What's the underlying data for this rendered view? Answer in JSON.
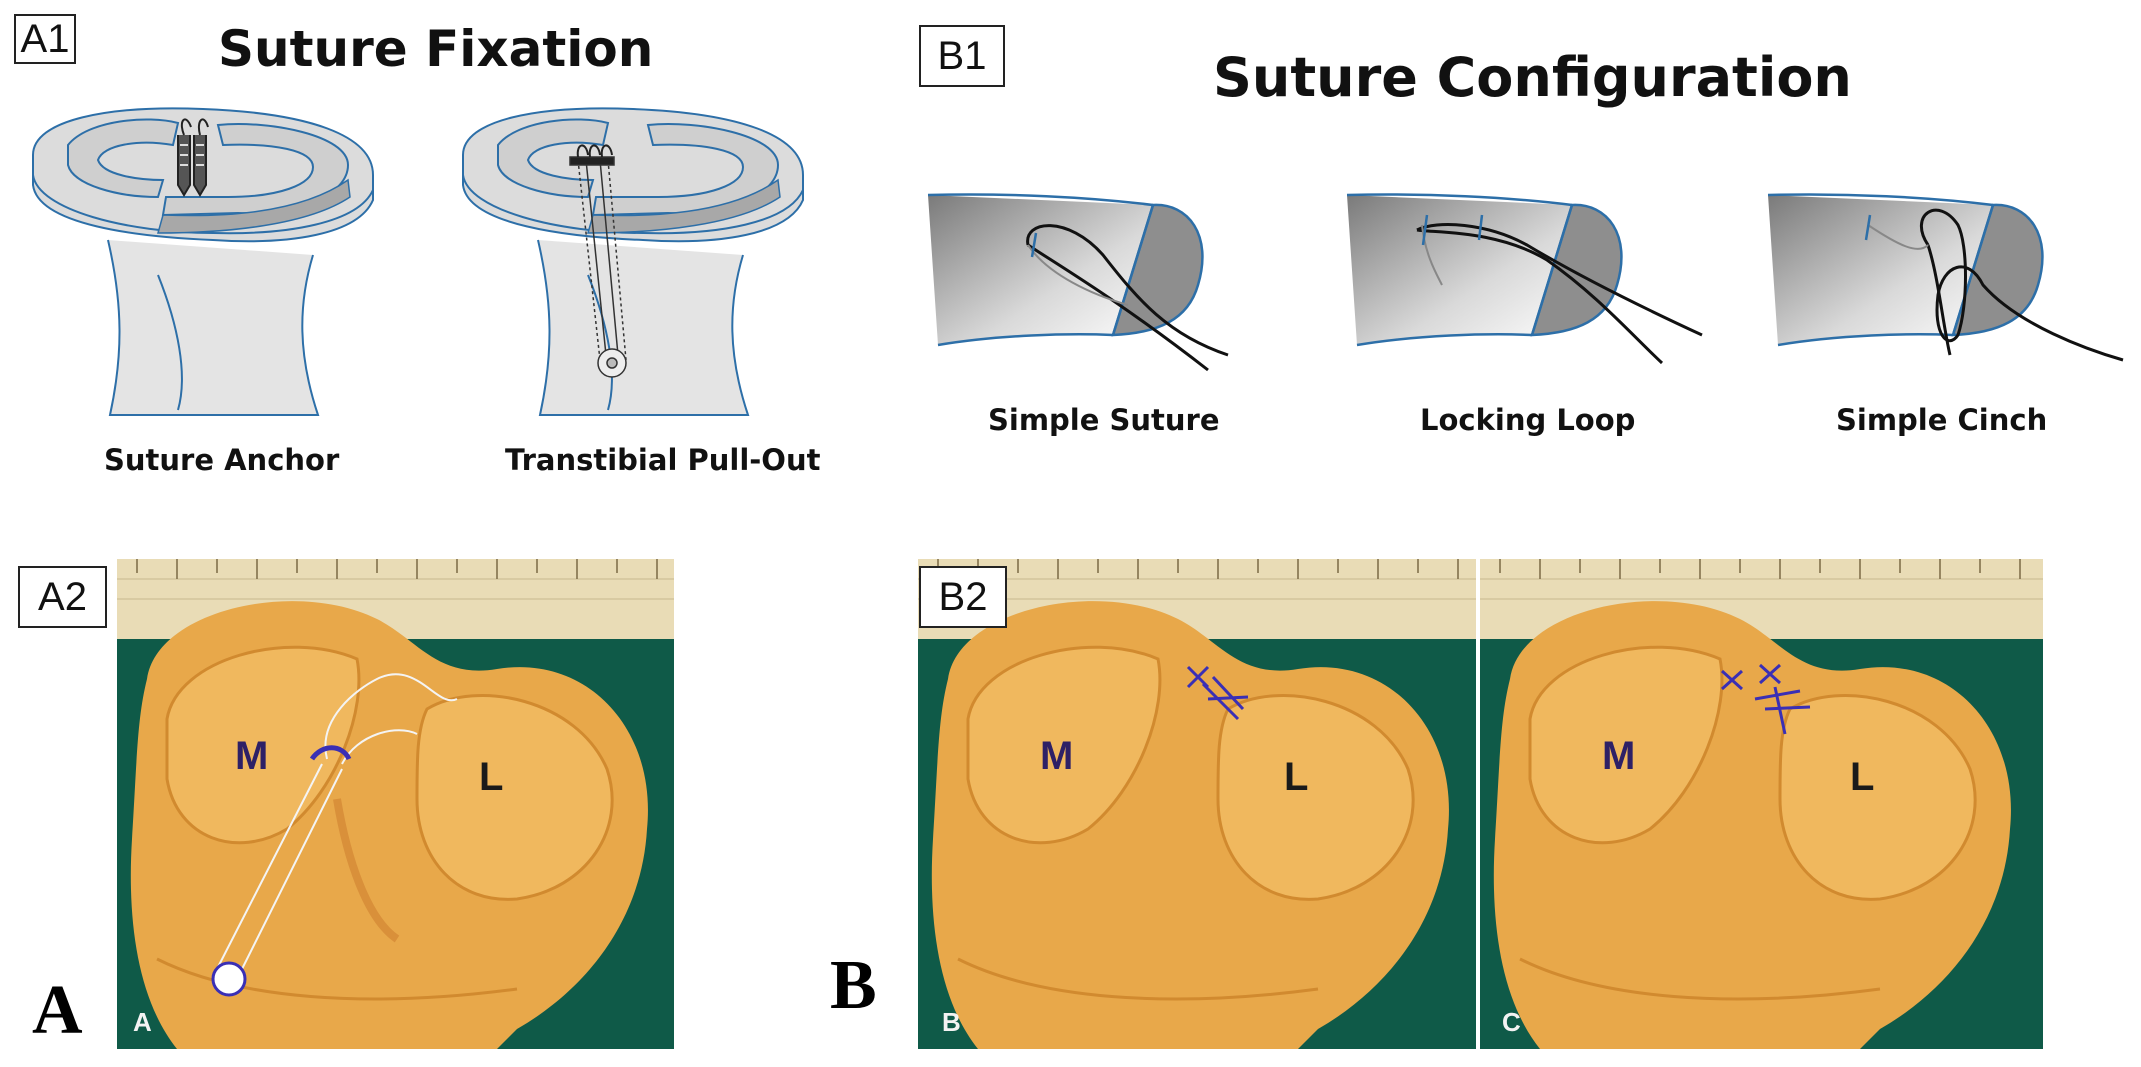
{
  "panels": {
    "a1": {
      "tag": "A1",
      "title": "Suture Fixation",
      "captions": {
        "anchor": "Suture Anchor",
        "pullout": "Transtibial  Pull-Out"
      }
    },
    "b1": {
      "tag": "B1",
      "title": "Suture Configuration",
      "captions": {
        "simple": "Simple Suture",
        "locking": "Locking Loop",
        "cinch": "Simple Cinch"
      }
    },
    "a2": {
      "tag": "A2",
      "photo_letter": "A",
      "medial_mark": "M",
      "lateral_mark": "L"
    },
    "b2": {
      "tag": "B2",
      "left_photo": {
        "letter": "B",
        "medial_mark": "M",
        "lateral_mark": "L"
      },
      "right_photo": {
        "letter": "C",
        "medial_mark": "M",
        "lateral_mark": "L"
      }
    }
  },
  "figure_letters": {
    "a": "A",
    "b": "B"
  },
  "colors": {
    "cartilage": "#d6d6d6",
    "meniscus": "#c9c9c9",
    "outline": "#2d6fa8",
    "tissue": "#e8a84a",
    "drape": "#0f5a48",
    "ruler": "#e9dcb6",
    "suture_mark": "#3a2fb5"
  }
}
